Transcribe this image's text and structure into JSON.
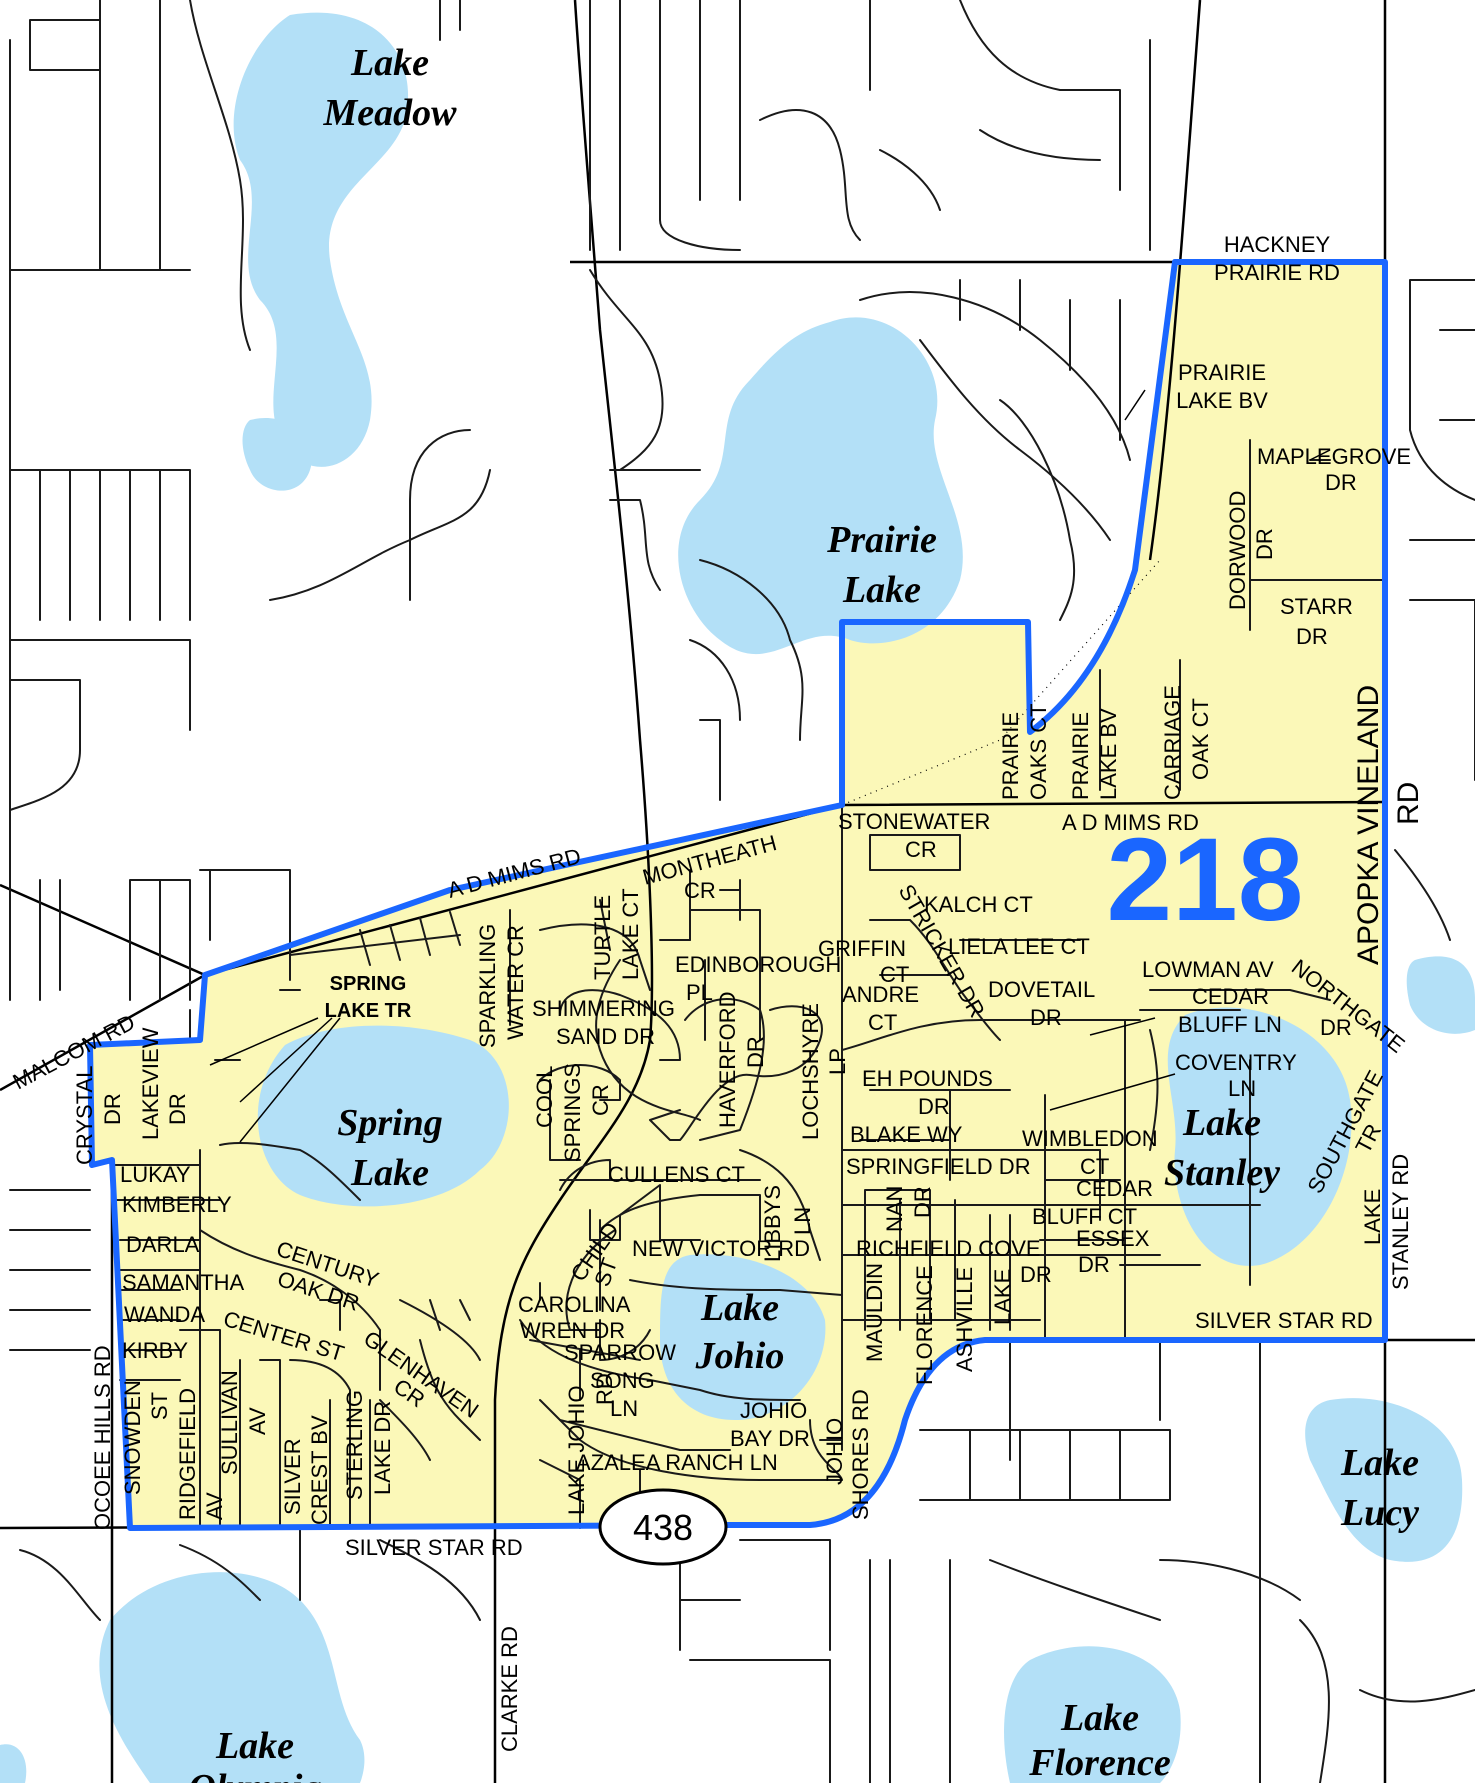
{
  "district": {
    "number": "218",
    "boundary_color": "#1a66ff",
    "fill_color": "#fbf8b8"
  },
  "colors": {
    "water": "#b3e0f7",
    "roads": "#000000"
  },
  "lakes": {
    "meadow": [
      "Lake",
      "Meadow"
    ],
    "prairie": [
      "Prairie",
      "Lake"
    ],
    "spring": [
      "Spring",
      "Lake"
    ],
    "johio": [
      "Lake",
      "Johio"
    ],
    "stanley": [
      "Lake",
      "Stanley"
    ],
    "lucy": [
      "Lake",
      "Lucy"
    ],
    "florence": [
      "Lake",
      "Florence"
    ],
    "olympia": [
      "Lake",
      "Olympia"
    ]
  },
  "route_shield": "438",
  "streets": {
    "hackney_prairie": [
      "HACKNEY",
      "PRAIRIE RD"
    ],
    "prairie_lake_bv_n": [
      "PRAIRIE",
      "LAKE BV"
    ],
    "maplegrove": [
      "MAPLEGROVE",
      "DR"
    ],
    "dorwood": [
      "DORWOOD",
      "DR"
    ],
    "starr": [
      "STARR",
      "DR"
    ],
    "apopka_vineland": [
      "APOPKA VINELAND",
      "RD"
    ],
    "prairie_oaks_ct": [
      "PRAIRIE",
      "OAKS CT"
    ],
    "prairie_lake_bv_s": [
      "PRAIRIE",
      "LAKE BV"
    ],
    "carriage_oak_ct": [
      "CARRIAGE",
      "OAK CT"
    ],
    "ad_mims_e": "A D MIMS RD",
    "ad_mims_w": "A D MIMS RD",
    "stonewater": [
      "STONEWATER",
      "CR"
    ],
    "montheath": [
      "MONTHEATH",
      "CR"
    ],
    "kalch": "KALCH CT",
    "stricker": "STRICKER DR",
    "liela_lee": "LIELA LEE CT",
    "griffin": [
      "GRIFFIN",
      "CT"
    ],
    "andre": [
      "ANDRE",
      "CT"
    ],
    "edinborough": [
      "EDINBOROUGH",
      "PL"
    ],
    "dovetail": [
      "DOVETAIL",
      "DR"
    ],
    "lowman": "LOWMAN AV",
    "northgate": [
      "NORTHGATE",
      "DR"
    ],
    "cedar_bluff_n": [
      "CEDAR",
      "BLUFF LN"
    ],
    "coventry": [
      "COVENTRY",
      "LN"
    ],
    "southgate": [
      "SOUTHGATE",
      "TR"
    ],
    "spring_lake_tr": [
      "SPRING",
      "LAKE TR"
    ],
    "sparkling_water": [
      "SPARKLING",
      "WATER CR"
    ],
    "turtle_lake_ct": [
      "TURTLE",
      "LAKE CT"
    ],
    "shimmering_sand": [
      "SHIMMERING",
      "SAND DR"
    ],
    "haverford": [
      "HAVERFORD",
      "DR"
    ],
    "lochshyre": [
      "LOCHSHYRE",
      "LP"
    ],
    "cool_springs": [
      "COOL",
      "SPRINGS",
      "CR"
    ],
    "eh_pounds": [
      "EH POUNDS",
      "DR"
    ],
    "blake": "BLAKE WY",
    "wimbledon": [
      "WIMBLEDON",
      "CT"
    ],
    "springfield": "SPRINGFIELD DR",
    "cedar_bluff_ct": [
      "CEDAR",
      "BLUFF CT"
    ],
    "essex": [
      "ESSEX",
      "DR"
    ],
    "malcom": "MALCOM RD",
    "crystal_lake": [
      "CRYSTAL",
      "DR"
    ],
    "lakeview": [
      "LAKEVIEW",
      "DR"
    ],
    "lukay": "LUKAY",
    "kimberly": "KIMBERLY",
    "darla": "DARLA",
    "samantha": "SAMANTHA",
    "wanda": "WANDA",
    "kirby": "KIRBY",
    "snowden": [
      "SNOWDEN",
      "ST"
    ],
    "ridgefield": [
      "RIDGEFIELD",
      "AV"
    ],
    "sullivan": [
      "SULLIVAN",
      "AV"
    ],
    "silver_crest": [
      "SILVER",
      "CREST BV"
    ],
    "sterling_lake": [
      "STERLING",
      "LAKE DR"
    ],
    "ocoee_hills": "OCOEE HILLS RD",
    "century_oak": [
      "CENTURY",
      "OAK DR"
    ],
    "center_st": "CENTER ST",
    "glenhaven": [
      "GLENHAVEN",
      "CR"
    ],
    "cullens": "CULLENS CT",
    "libbys": [
      "LIBBYS",
      "LN"
    ],
    "child": [
      "CHILD",
      "ST"
    ],
    "new_victor": "NEW VICTOR RD",
    "nan": [
      "NAN",
      "DR"
    ],
    "richfield_cove": [
      "RICHFIELD COVE",
      "DR"
    ],
    "carolina_wren": [
      "CAROLINA",
      "WREN DR"
    ],
    "sparrow_song": [
      "SPARROW",
      "SONG",
      "LN"
    ],
    "lake_johio_rd": [
      "LAKE JOHIO",
      "RD"
    ],
    "johio_bay": [
      "JOHIO",
      "BAY DR"
    ],
    "azalea_ranch": "AZALEA RANCH LN",
    "johio_shores": [
      "JOHIO",
      "SHORES RD"
    ],
    "mauldin": "MAULDIN",
    "florence": "FLORENCE",
    "ashville": "ASHVILLE",
    "lake_st": "LAKE",
    "lake_stanley_rd": [
      "LAKE",
      "STANLEY RD"
    ],
    "silver_star_e": "SILVER STAR RD",
    "silver_star_w": "SILVER STAR RD",
    "clarke": "CLARKE RD"
  }
}
